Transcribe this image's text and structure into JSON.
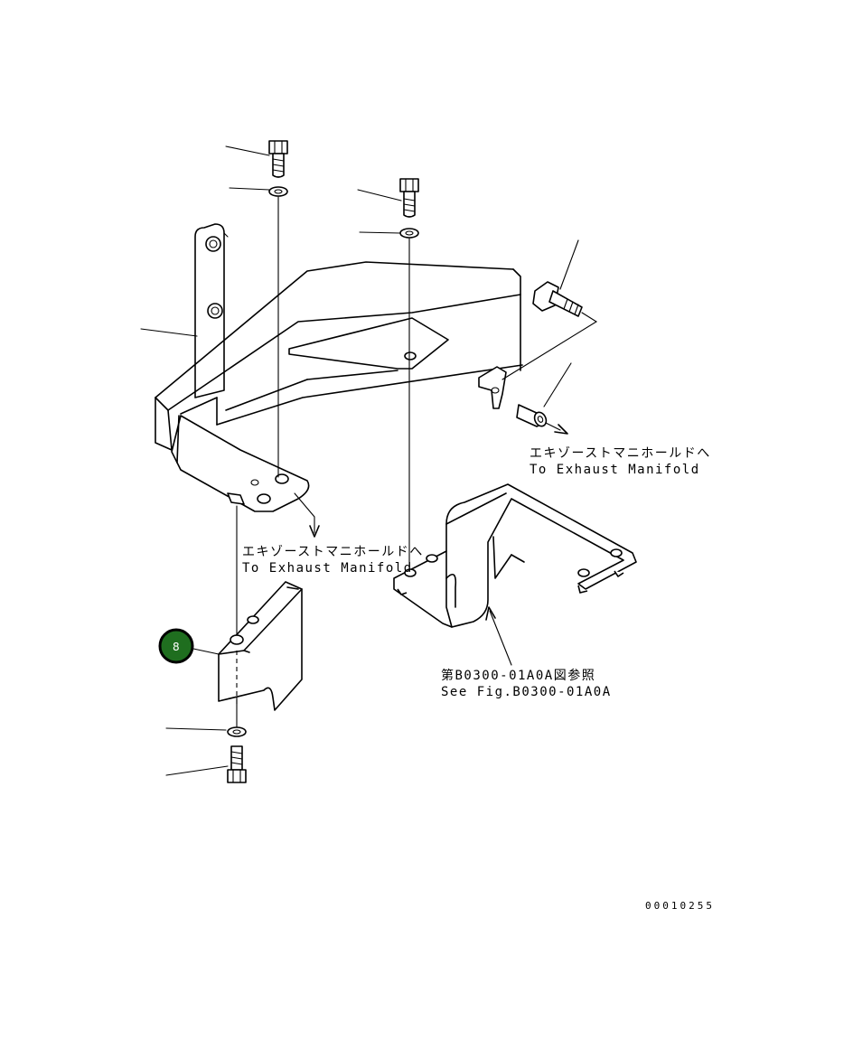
{
  "labels": {
    "exhaust_upper_jp": "エキゾーストマニホールドへ",
    "exhaust_upper_en": "To Exhaust Manifold",
    "exhaust_lower_jp": "エキゾーストマニホールドへ",
    "exhaust_lower_en": "To Exhaust Manifold",
    "see_fig_jp": "第B0300-01A0A図参照",
    "see_fig_en": "See Fig.B0300-01A0A"
  },
  "callout": {
    "number": "8",
    "color": "#1f6e1f"
  },
  "catalog_number": "00010255"
}
